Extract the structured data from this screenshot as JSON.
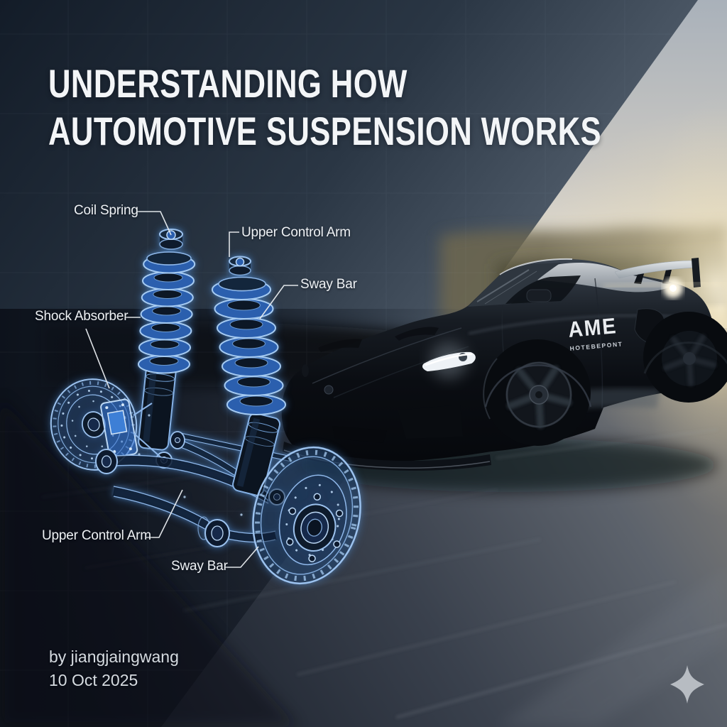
{
  "title": {
    "line1": "UNDERSTANDING HOW",
    "line2": "AUTOMOTIVE SUSPENSION WORKS"
  },
  "diagram": {
    "type": "suspension-blueprint",
    "labels": {
      "coil_spring": "Coil Spring",
      "upper_control_arm_top": "Upper Control Arm",
      "sway_bar_top": "Sway Bar",
      "shock_absorber": "Shock Absorber",
      "upper_control_arm_bottom": "Upper Control Arm",
      "sway_bar_bottom": "Sway Bar"
    },
    "accent_color": "#2e62b8",
    "stroke_color": "#9cc2ee"
  },
  "car": {
    "decal_main": "AME",
    "decal_sub": "HOTEBEPONT"
  },
  "credit": {
    "byline": "by jiangjaingwang",
    "date": "10 Oct 2025"
  },
  "icons": {
    "bottom_right": "four-point-star-icon"
  },
  "colors": {
    "background_dark": "#151e2a",
    "overlay_light": "#929ba4",
    "title_text": "#f3f5f7",
    "sun_glow": "#f7ecd2",
    "road_gray": "#565c66"
  }
}
